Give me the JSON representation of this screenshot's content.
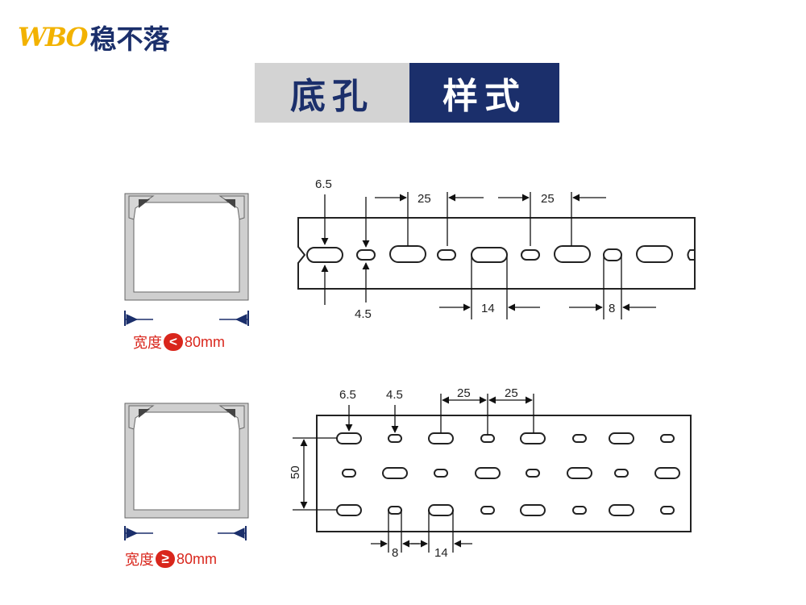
{
  "brand": {
    "mark": "WBO",
    "name": "稳不落"
  },
  "title": {
    "left": "底孔",
    "right": "样式"
  },
  "colors": {
    "navy": "#1b2f6b",
    "gray": "#d3d3d3",
    "red": "#d9261c",
    "gold": "#f2b200"
  },
  "top": {
    "caption": {
      "word": "宽度",
      "symbol": "<",
      "value": "80mm"
    },
    "dims": {
      "big_hole": "6.5",
      "small_hole": "4.5",
      "pitch_1": "25",
      "pitch_2": "25",
      "length_big": "14",
      "length_small": "8"
    }
  },
  "bottom": {
    "caption": {
      "word": "宽度",
      "symbol": "≥",
      "value": "80mm"
    },
    "dims": {
      "big_hole": "6.5",
      "small_hole": "4.5",
      "pitch_1": "25",
      "pitch_2": "25",
      "row_spacing": "50",
      "length_small": "8",
      "length_big": "14"
    }
  }
}
